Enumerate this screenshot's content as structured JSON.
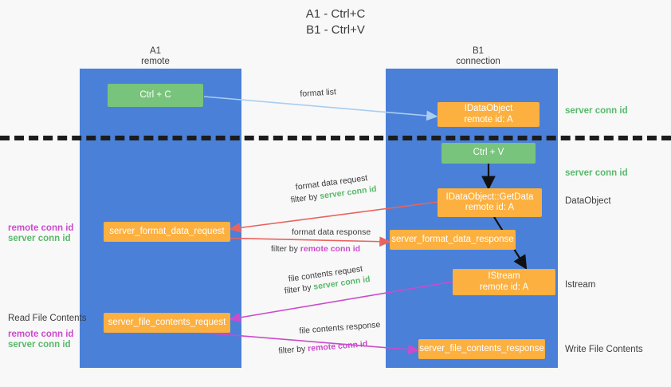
{
  "title": "A1 - Ctrl+C\nB1 - Ctrl+V",
  "colors": {
    "lane": "#4a80d8",
    "orange": "#fcb040",
    "green": "#79c47c",
    "server_conn": "#59b96b",
    "remote_conn": "#cc4bcc",
    "arrow_blue": "#a8cdf0",
    "arrow_red": "#e8635f",
    "arrow_magenta": "#cc4bcc",
    "arrow_black": "#111111",
    "divider": "#1c1c1c",
    "background": "#f8f8f8"
  },
  "lanes": [
    {
      "id": "a1",
      "heading": "A1\nremote"
    },
    {
      "id": "b1",
      "heading": "B1\nconnection"
    }
  ],
  "nodes": {
    "ctrl_c": "Ctrl + C",
    "ctrl_v": "Ctrl + V",
    "idataobject": "IDataObject\nremote id: A",
    "getdata": "IDataObject::GetData\nremote id: A",
    "istream": "IStream\nremote id: A",
    "server_format_data_request": "server_format_data_request",
    "server_format_data_response": "server_format_data_response",
    "server_file_contents_request": "server_file_contents_request",
    "server_file_contents_response": "server_file_contents_response"
  },
  "right_labels": {
    "server_conn_id_top": "server conn id",
    "server_conn_id_mid": "server conn id",
    "dataobject": "DataObject",
    "istream": "Istream",
    "write_file_contents": "Write File Contents"
  },
  "left_labels": {
    "remote_conn_id_1": "remote conn id",
    "server_conn_id_1": "server conn id",
    "read_file_contents": "Read File Contents",
    "remote_conn_id_2": "remote conn id",
    "server_conn_id_2": "server conn id"
  },
  "edges": {
    "format_list": "format list",
    "format_data_request": "format data request",
    "format_data_request_filter_prefix": "filter by ",
    "format_data_request_filter_value": "server conn id",
    "format_data_response": "format data response",
    "format_data_response_filter_prefix": "filter by ",
    "format_data_response_filter_value": "remote conn id",
    "file_contents_request": "file contents request",
    "file_contents_request_filter_prefix": "filter by ",
    "file_contents_request_filter_value": "server conn id",
    "file_contents_response": "file contents response",
    "file_contents_response_filter_prefix": "filter by ",
    "file_contents_response_filter_value": "remote conn id"
  }
}
